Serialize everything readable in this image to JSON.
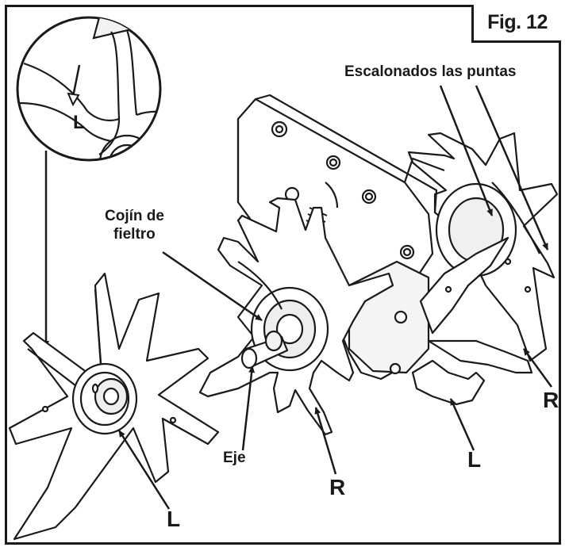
{
  "figure_label": "Fig. 12",
  "inset_mark": "L",
  "labels": {
    "staggered_tips": "Escalonados las puntas",
    "felt_pad_line1": "Cojín de",
    "felt_pad_line2": "fieltro",
    "axle": "Eje",
    "left_tine_loose": "L",
    "right_tine_front": "R",
    "left_tine_back": "L",
    "right_tine_rear": "R"
  },
  "colors": {
    "line": "#1a1a1a",
    "fill_light": "#ffffff",
    "fill_shade": "#e6e6e6"
  }
}
